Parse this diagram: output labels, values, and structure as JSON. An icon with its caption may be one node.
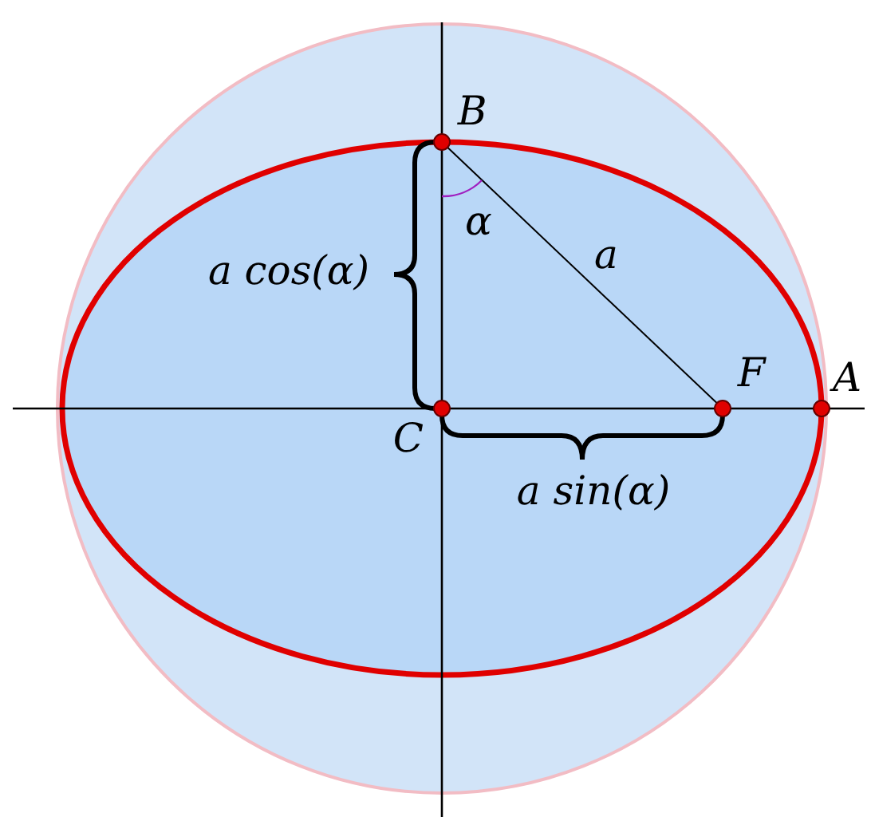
{
  "diagram": {
    "labels": [
      "B",
      "α",
      "a",
      "a cos(α)",
      "F",
      "A",
      "C",
      "a sin(α)"
    ]
  }
}
